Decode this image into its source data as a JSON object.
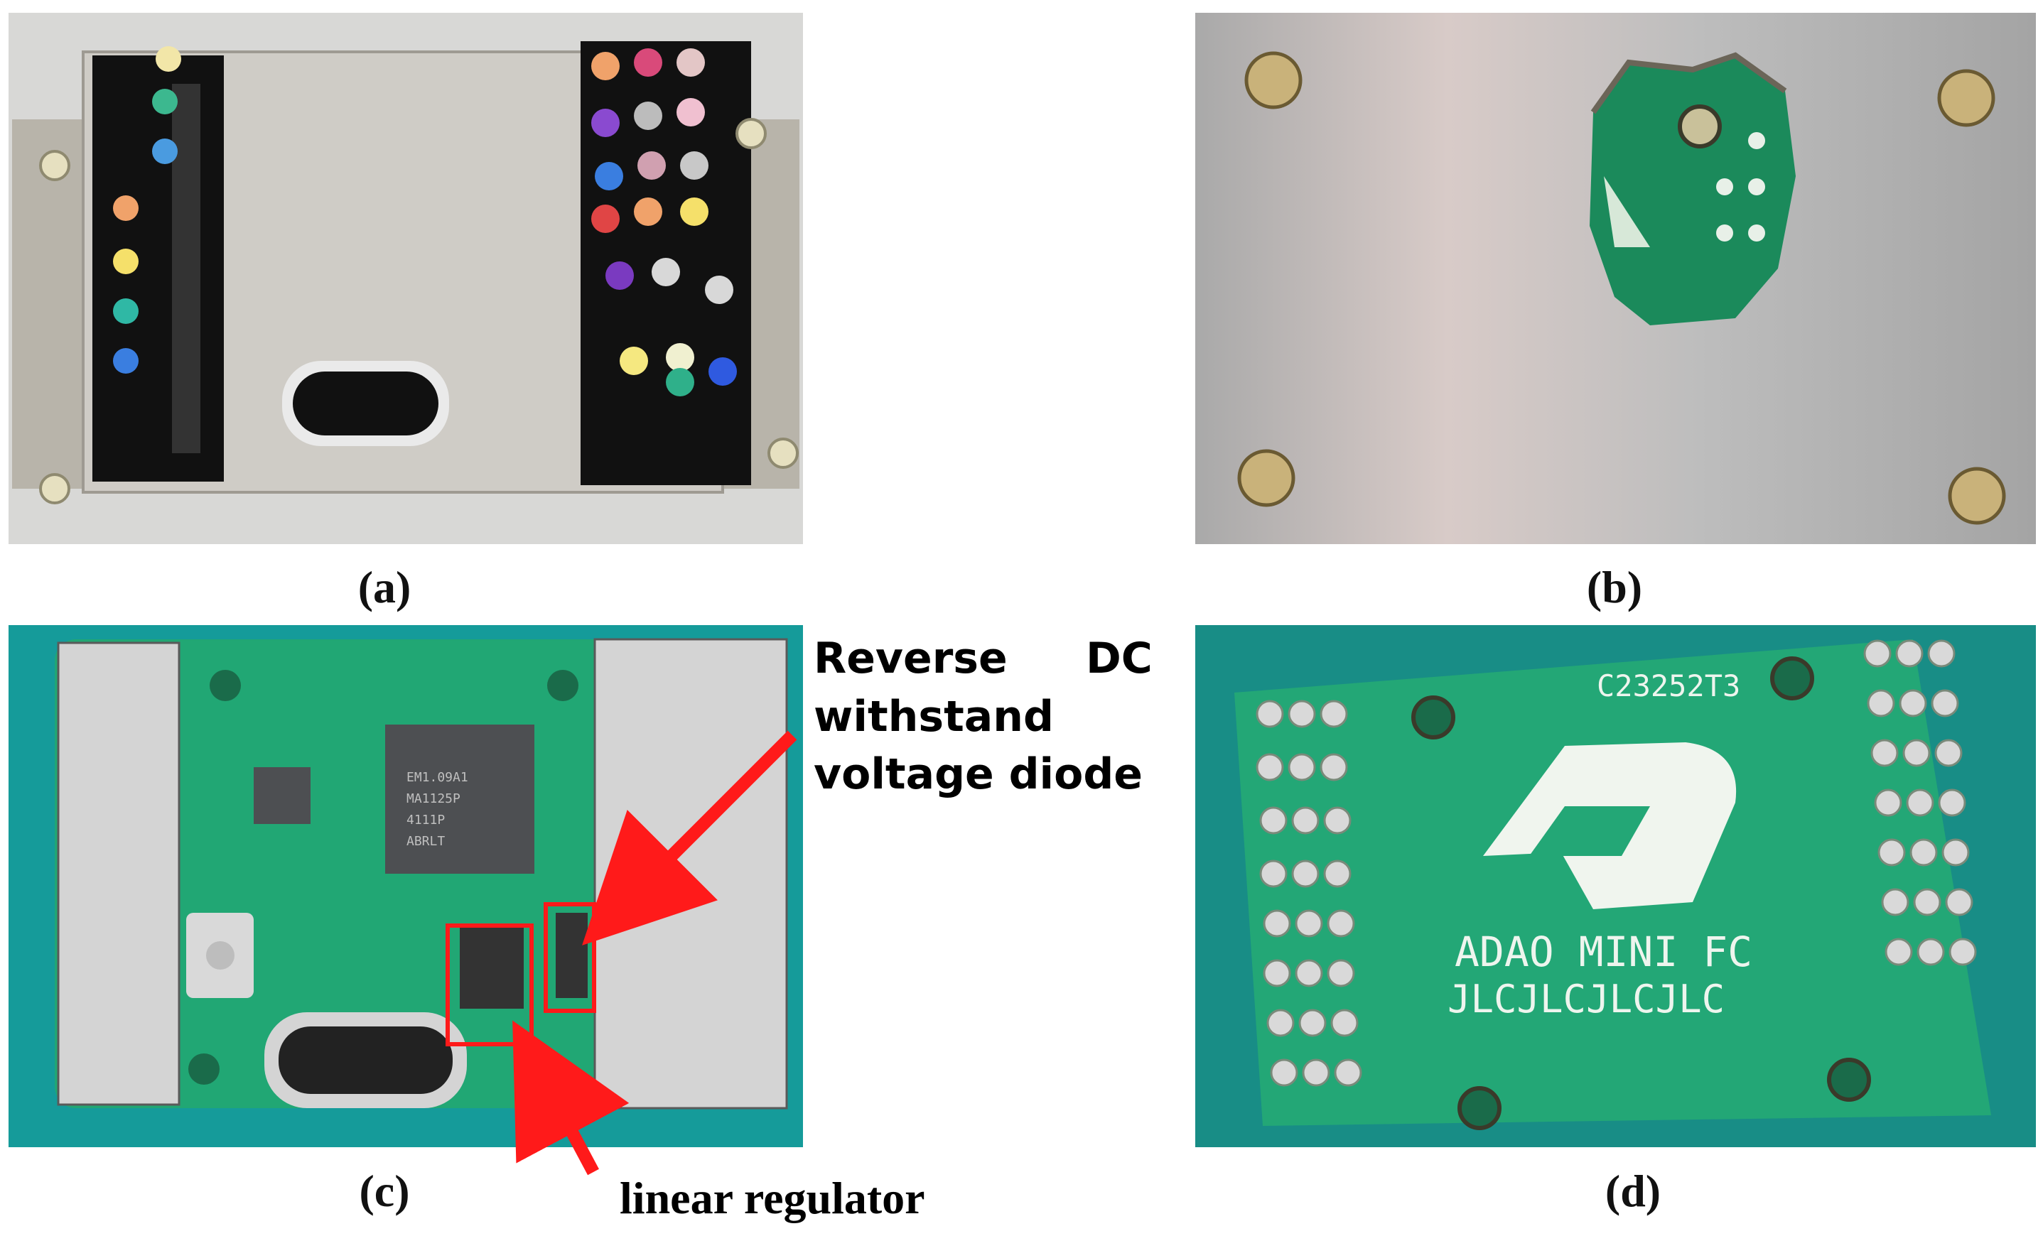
{
  "captions": {
    "a": "(a)",
    "b": "(b)",
    "c": "(c)",
    "d": "(d)"
  },
  "annotations": {
    "diode_line1_left": "Reverse",
    "diode_line1_right": "DC",
    "diode_line2": "withstand",
    "diode_line3": "voltage diode",
    "regulator": "linear regulator"
  },
  "chip_markings": {
    "mcu_line1": "EM1.09A1",
    "mcu_line2": "MA1125P",
    "mcu_line3": "4111P",
    "mcu_line4": "ABRLT"
  },
  "board_silkscreen": {
    "code": "C23252T3",
    "name": "ADAO MINI FC",
    "fab": "JLCJLCJLCJLC"
  },
  "colors": {
    "annotation_red": "#ff1a1a",
    "pcb_green": "#1f9e6f",
    "enclosure_silver": "#c9c7c3"
  }
}
